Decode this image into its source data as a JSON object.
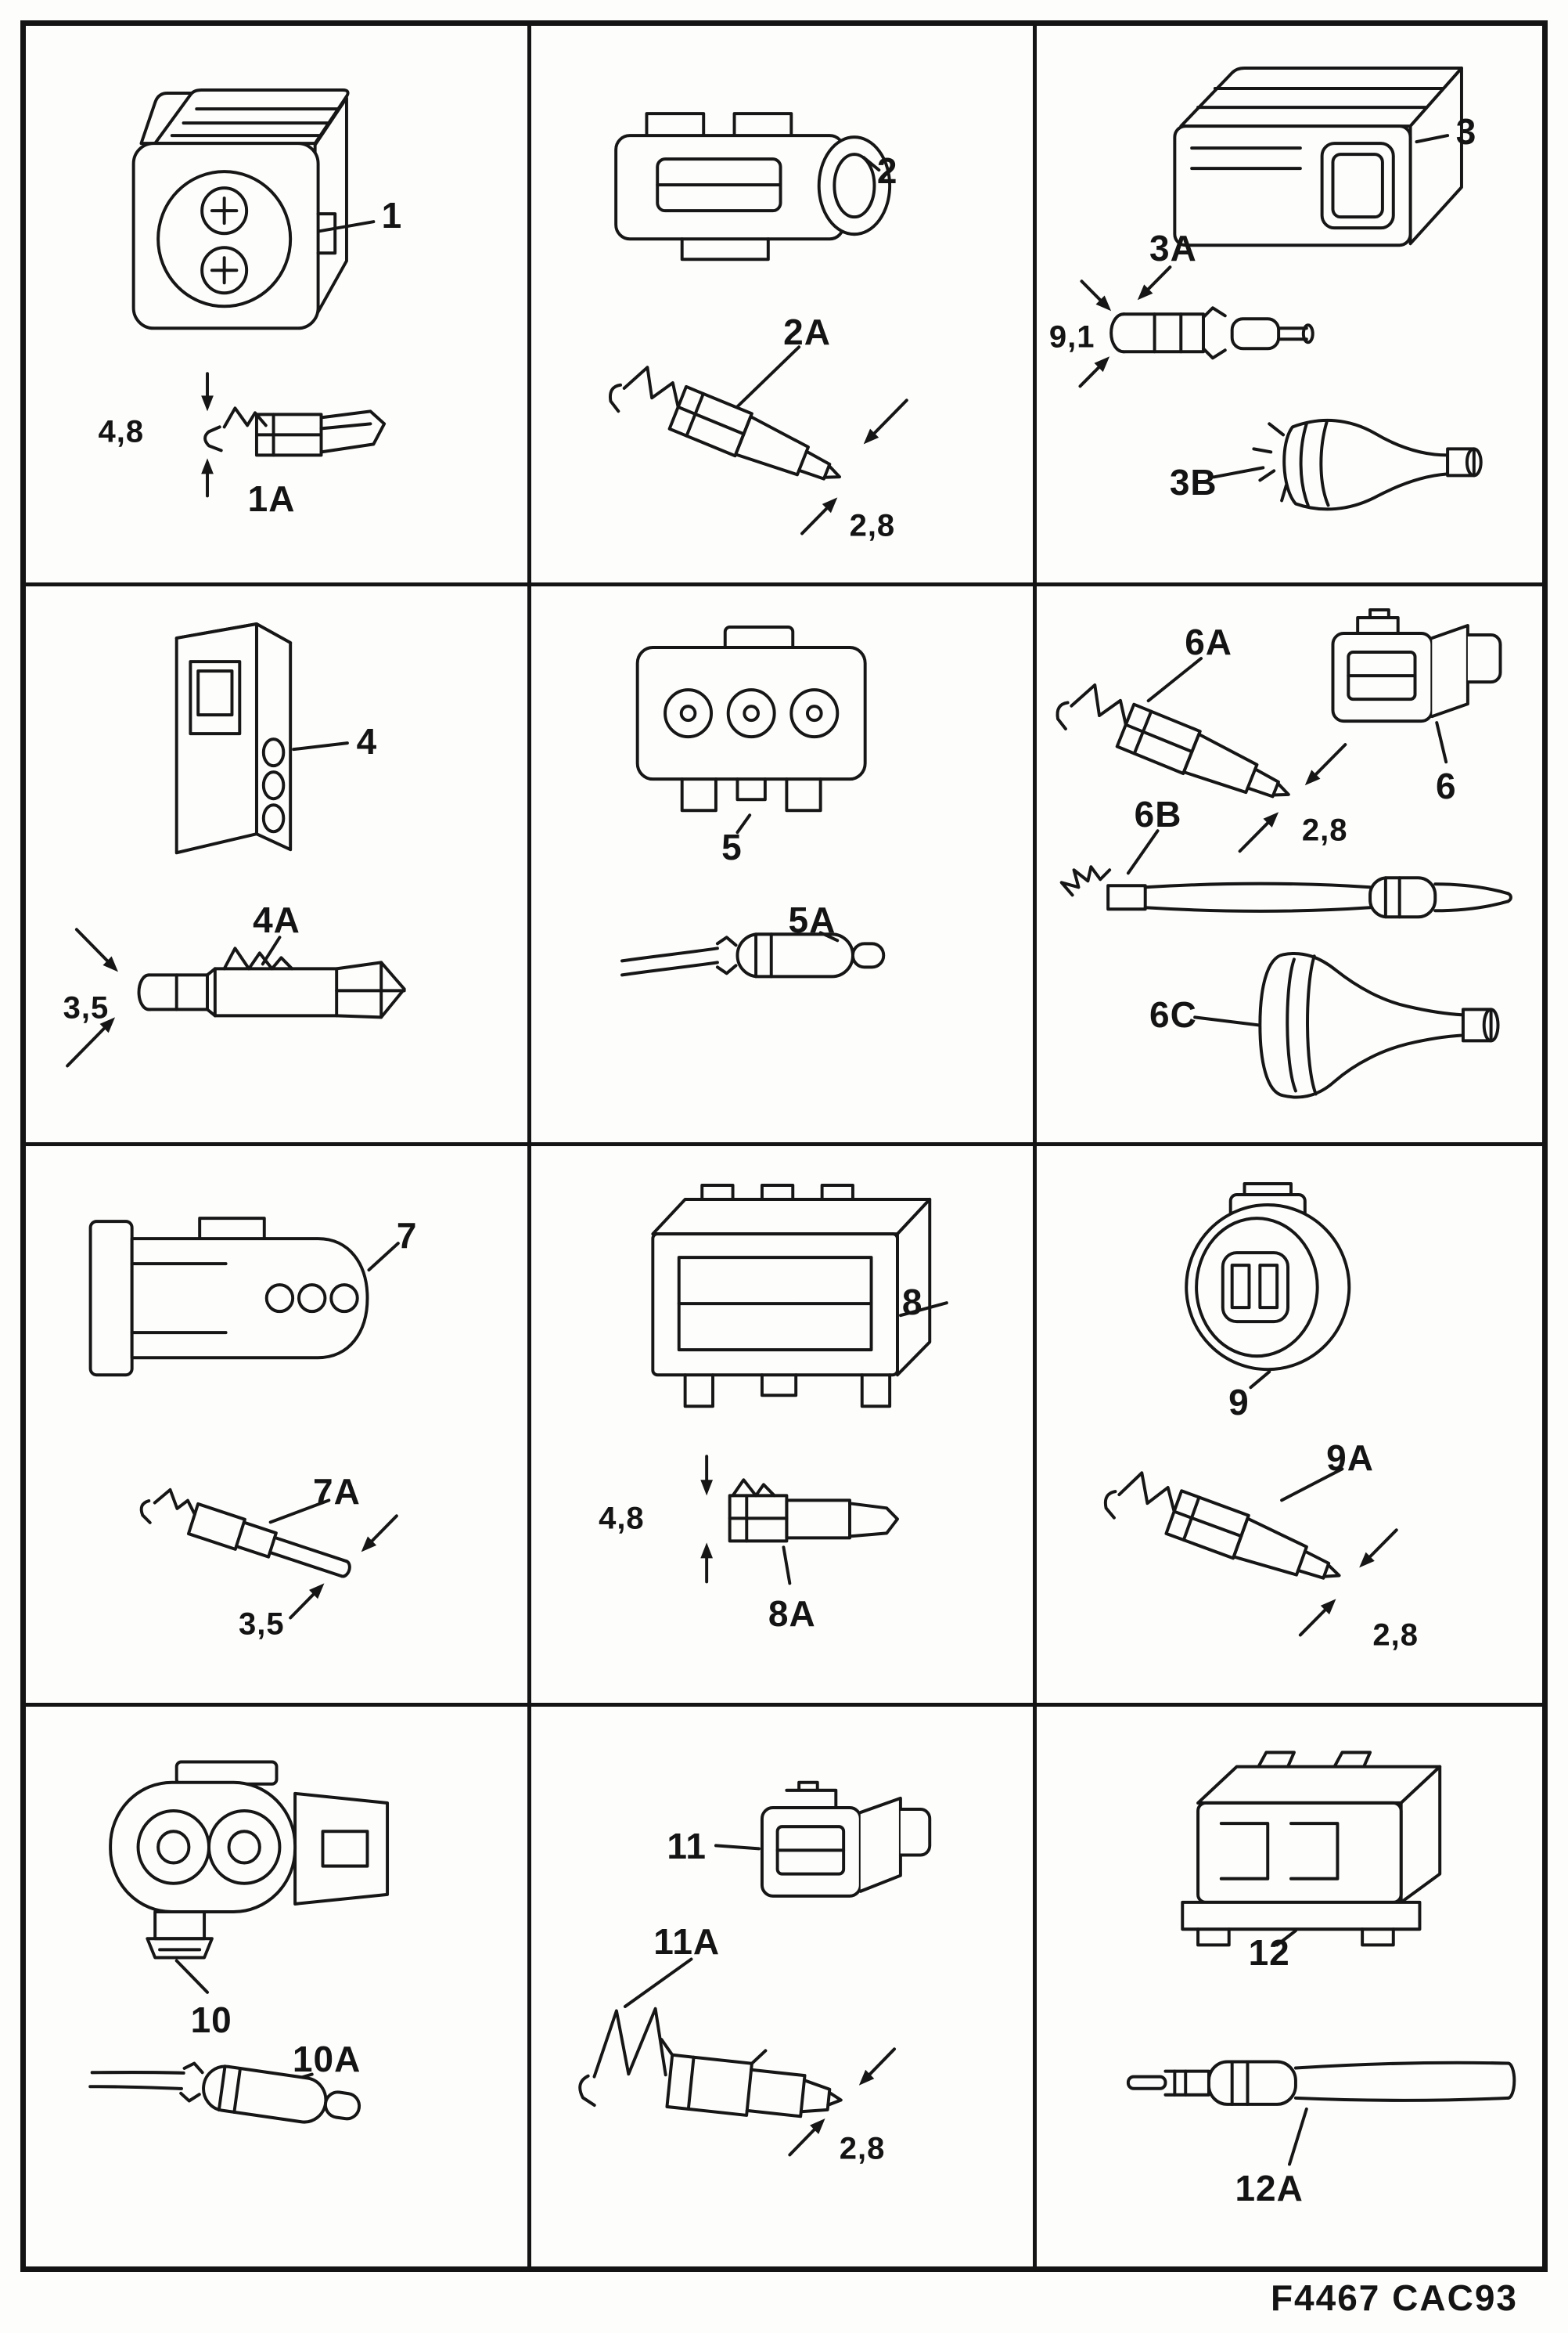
{
  "page": {
    "footer": "F4467 CAC93",
    "line_color": "#161616",
    "background": "#fdfdfb"
  },
  "cells": [
    {
      "labels": [
        {
          "text": "1"
        },
        {
          "text": "4,8"
        },
        {
          "text": "1A"
        }
      ]
    },
    {
      "labels": [
        {
          "text": "2"
        },
        {
          "text": "2A"
        },
        {
          "text": "2,8"
        }
      ]
    },
    {
      "labels": [
        {
          "text": "3"
        },
        {
          "text": "3A"
        },
        {
          "text": "9,1"
        },
        {
          "text": "3B"
        }
      ]
    },
    {
      "labels": [
        {
          "text": "4"
        },
        {
          "text": "4A"
        },
        {
          "text": "3,5"
        }
      ]
    },
    {
      "labels": [
        {
          "text": "5"
        },
        {
          "text": "5A"
        }
      ]
    },
    {
      "labels": [
        {
          "text": "6A"
        },
        {
          "text": "6"
        },
        {
          "text": "6B"
        },
        {
          "text": "2,8"
        },
        {
          "text": "6C"
        }
      ]
    },
    {
      "labels": [
        {
          "text": "7"
        },
        {
          "text": "7A"
        },
        {
          "text": "3,5"
        }
      ]
    },
    {
      "labels": [
        {
          "text": "8"
        },
        {
          "text": "4,8"
        },
        {
          "text": "8A"
        }
      ]
    },
    {
      "labels": [
        {
          "text": "9"
        },
        {
          "text": "9A"
        },
        {
          "text": "2,8"
        }
      ]
    },
    {
      "labels": [
        {
          "text": "10"
        },
        {
          "text": "10A"
        }
      ]
    },
    {
      "labels": [
        {
          "text": "11"
        },
        {
          "text": "11A"
        },
        {
          "text": "2,8"
        }
      ]
    },
    {
      "labels": [
        {
          "text": "12"
        },
        {
          "text": "12A"
        }
      ]
    }
  ]
}
